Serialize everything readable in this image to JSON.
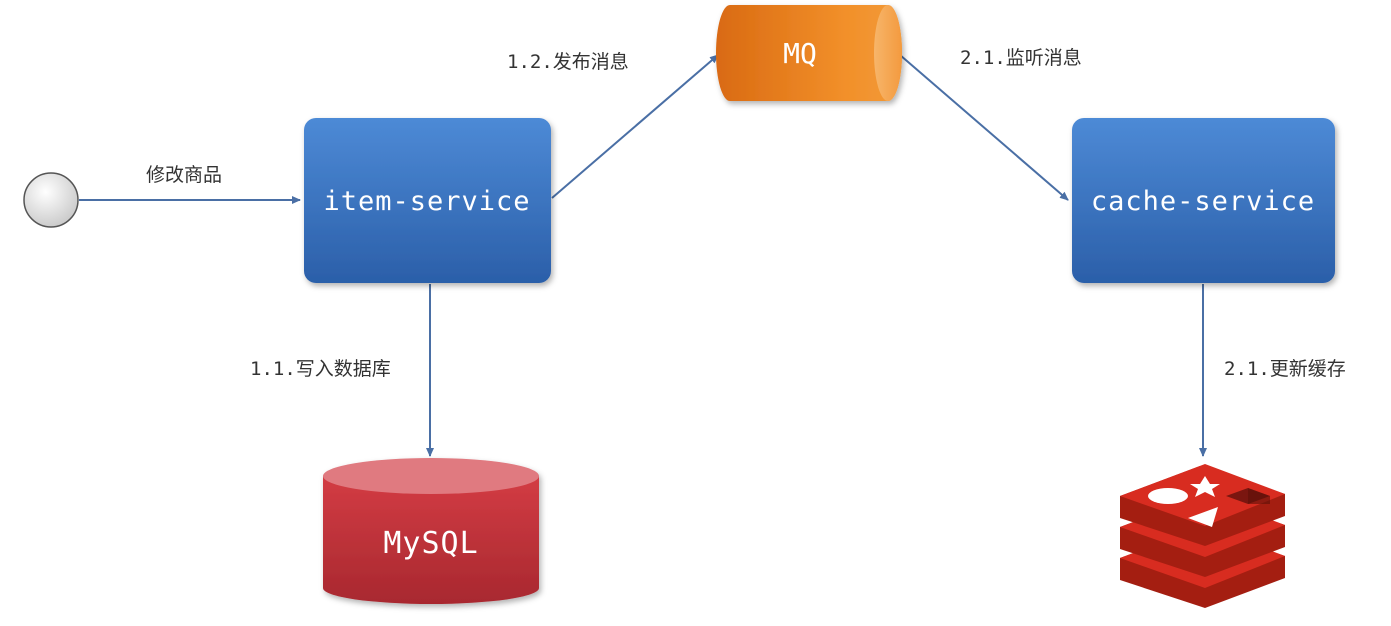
{
  "nodes": {
    "user": {},
    "item_service": {
      "label": "item-service"
    },
    "mq": {
      "label": "MQ"
    },
    "cache_service": {
      "label": "cache-service"
    },
    "mysql": {
      "label": "MySQL"
    },
    "redis": {
      "icon": "redis-logo-icon"
    }
  },
  "edges": {
    "modify_item": {
      "label": "修改商品"
    },
    "write_db": {
      "label": "1.1.写入数据库"
    },
    "publish_msg": {
      "label": "1.2.发布消息"
    },
    "listen_msg": {
      "label": "2.1.监听消息"
    },
    "update_cache": {
      "label": "2.1.更新缓存"
    }
  },
  "colors": {
    "service_blue_top": "#4a87d4",
    "service_blue_bottom": "#2a5ea8",
    "mq_orange": "#f28a22",
    "mysql_red": "#c0323a",
    "redis_red": "#d82c20",
    "arrow": "#4a6fa5"
  }
}
